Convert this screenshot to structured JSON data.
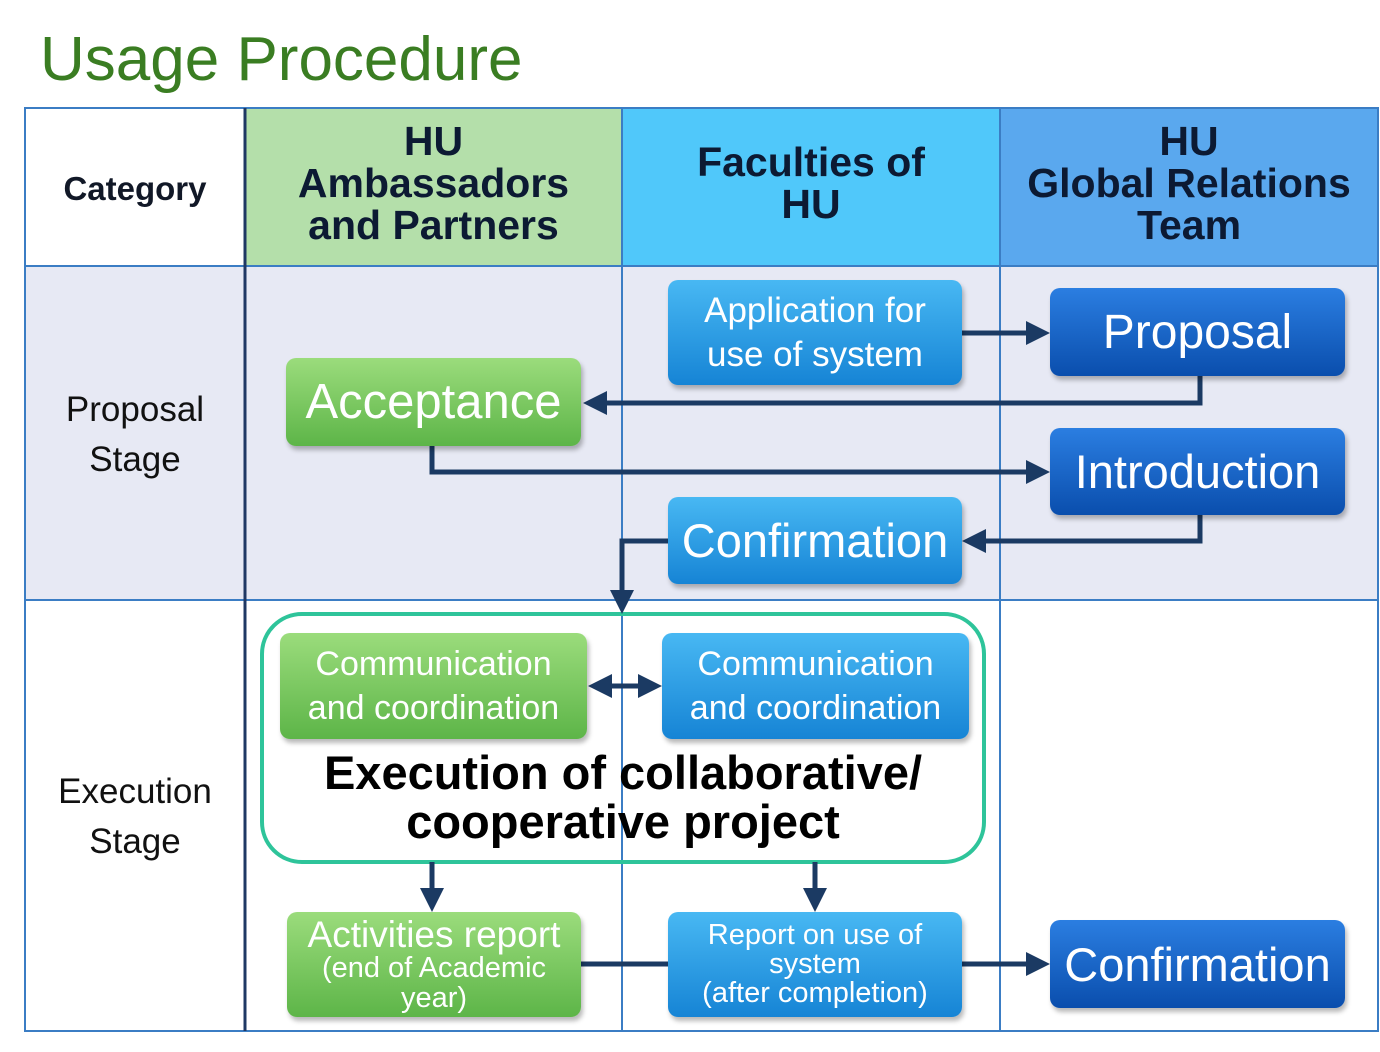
{
  "title": "Usage Procedure",
  "header": {
    "category": "Category",
    "partners": [
      "HU",
      "Ambassadors",
      "and Partners"
    ],
    "faculties": [
      "Faculties of",
      "HU"
    ],
    "global_team": [
      "HU",
      "Global Relations",
      "Team"
    ]
  },
  "stages": {
    "proposal": [
      "Proposal",
      "Stage"
    ],
    "execution": [
      "Execution",
      "Stage"
    ]
  },
  "steps": {
    "application": [
      "Application for",
      "use of system"
    ],
    "proposal": "Proposal",
    "acceptance": "Acceptance",
    "introduction": "Introduction",
    "faculty_confirmation": "Confirmation",
    "partner_communication": [
      "Communication",
      "and coordination"
    ],
    "faculty_communication": [
      "Communication",
      "and coordination"
    ],
    "project": [
      "Execution of collaborative/",
      "cooperative project"
    ],
    "activities_report": [
      "Activities report",
      "(end of Academic",
      "year)"
    ],
    "usage_report": [
      "Report on use of",
      "system",
      "(after completion)"
    ],
    "team_confirmation": "Confirmation"
  },
  "colors": {
    "title": "#3a7d22",
    "grid": "#3b7dc4",
    "arrow": "#1b3a63",
    "partners_header": "#b4dfaa",
    "faculties_header": "#50c8fa",
    "global_team_header": "#5aa8ee",
    "proposal_row": "#e7e9f4",
    "project_outline": "#2ec49a"
  }
}
